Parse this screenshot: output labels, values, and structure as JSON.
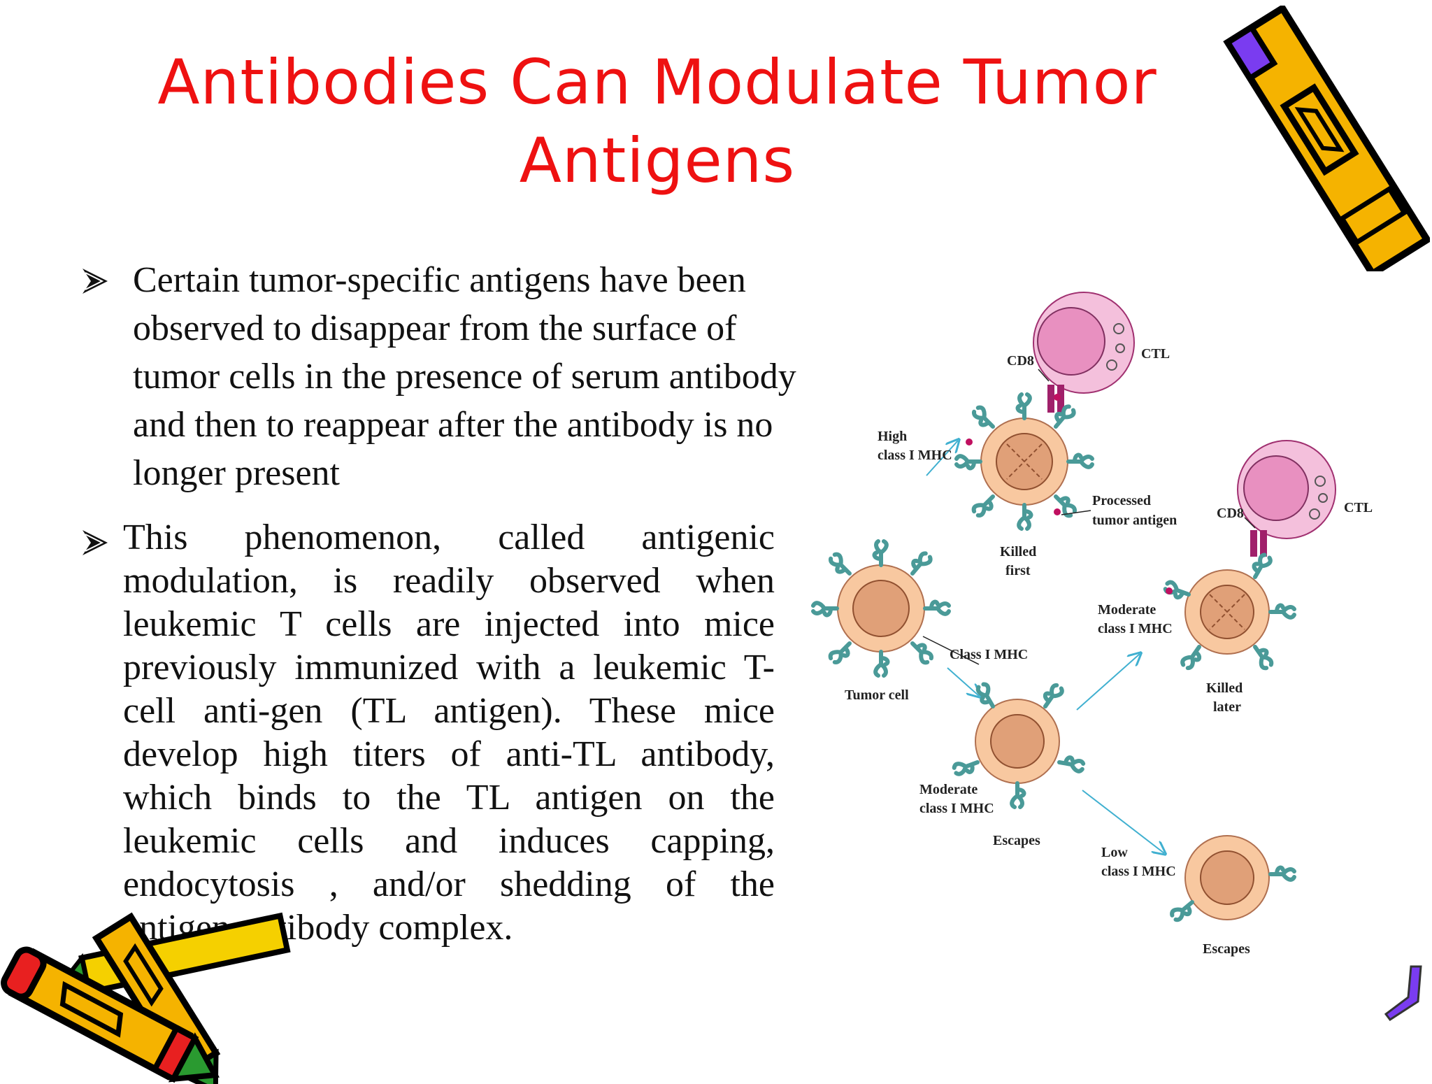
{
  "slide": {
    "title": "Antibodies Can Modulate Tumor Antigens",
    "bullets": [
      "Certain tumor-specific antigens have been observed to disappear from the surface of tumor cells in the presence of serum antibody and then to reappear after the antibody is no longer present",
      "This phenomenon, called antigenic modulation, is readily observed when leukemic T cells are injected into mice previously immunized with a leukemic T-cell anti-gen (TL antigen). These mice develop high titers of anti-TL antibody, which binds to the TL antigen on the leukemic cells and induces capping, endocytosis , and/or shedding of the antigen-antibody complex."
    ]
  },
  "diagram": {
    "labels": {
      "cd8_top": "CD8",
      "ctl_top": "CTL",
      "high_mhc_1": "High",
      "high_mhc_2": "class I MHC",
      "processed_1": "Processed",
      "processed_2": "tumor antigen",
      "killed_first_1": "Killed",
      "killed_first_2": "first",
      "class_mhc": "Class I MHC",
      "tumor_cell": "Tumor cell",
      "cd8_right": "CD8",
      "ctl_right": "CTL",
      "moderate_right_1": "Moderate",
      "moderate_right_2": "class I MHC",
      "killed_later_1": "Killed",
      "killed_later_2": "later",
      "moderate_mid_1": "Moderate",
      "moderate_mid_2": "class I MHC",
      "escapes_mid": "Escapes",
      "low_mhc_1": "Low",
      "low_mhc_2": "class I MHC",
      "escapes_bottom": "Escapes"
    }
  },
  "colors": {
    "title": "#ee1111",
    "cell_outer": "#f8c8a0",
    "cell_nucleus": "#e0a078",
    "mhc": "#4a9a98",
    "ctl_outer": "#f4c0dc",
    "ctl_inner": "#e890c0",
    "arrow": "#40b0d0",
    "pencil_yellow": "#f5b300",
    "pencil_purple": "#7a3cf0",
    "pencil_red": "#e82020"
  }
}
